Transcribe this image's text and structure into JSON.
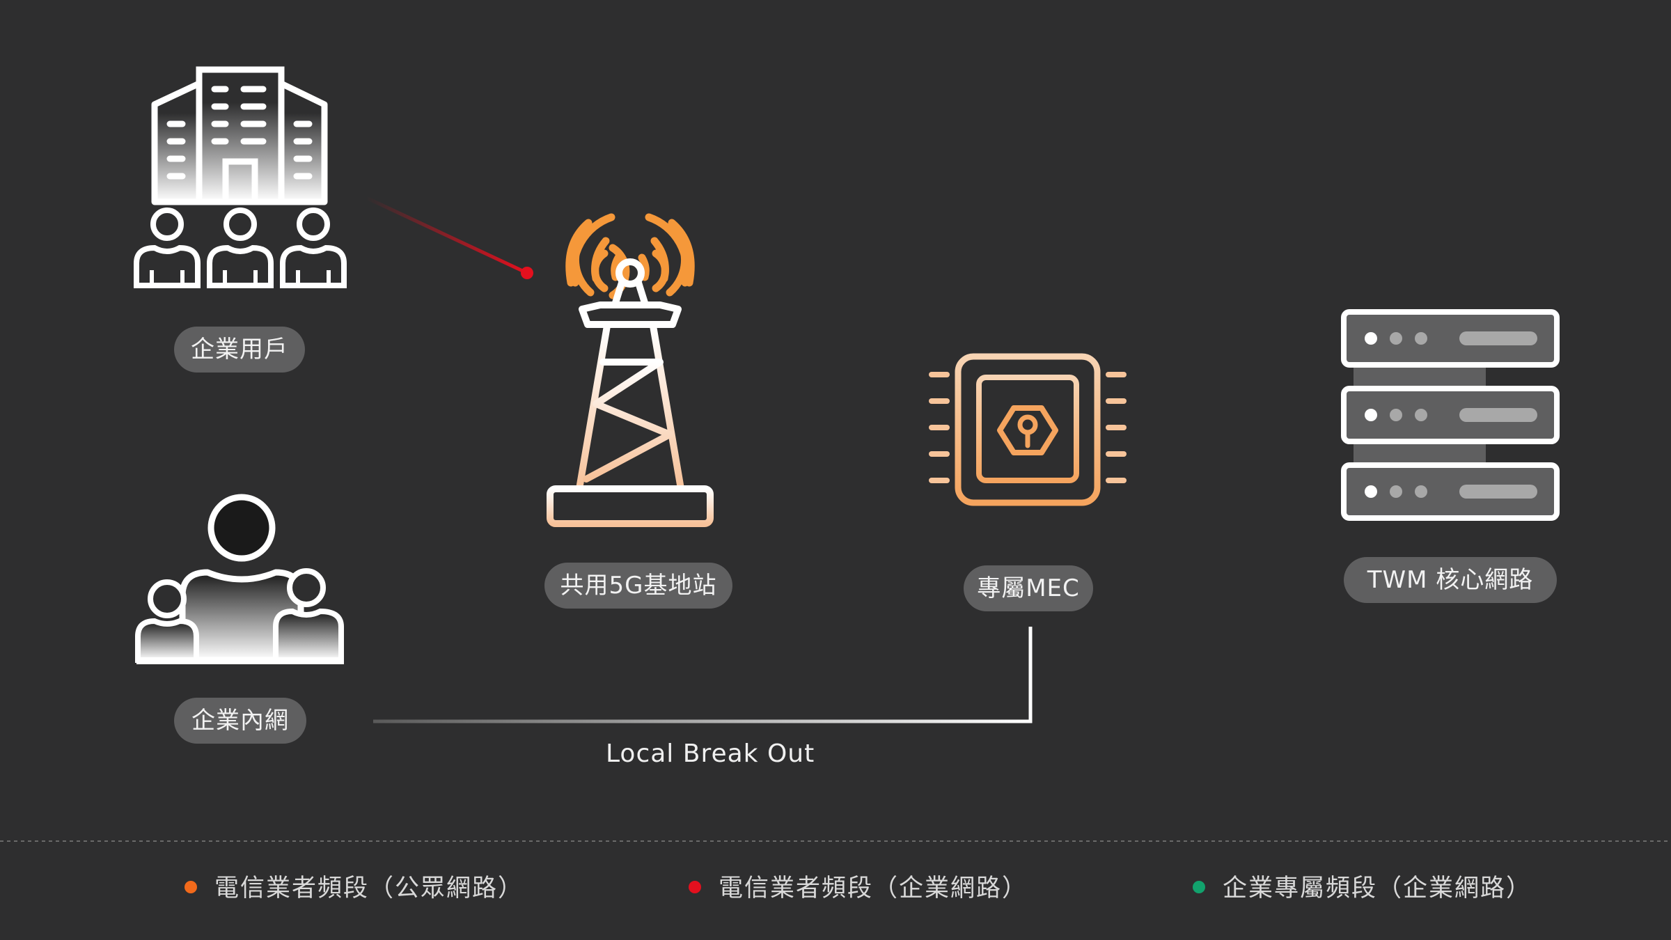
{
  "nodes": {
    "enterprise_users": "企業用戶",
    "enterprise_intranet": "企業內網",
    "shared_base_station": "共用5G基地站",
    "dedicated_mec": "專屬MEC",
    "core_network": "TWM 核心網路"
  },
  "connections": {
    "local_breakout": "Local Break Out"
  },
  "legend": [
    {
      "label": "電信業者頻段（公眾網路）",
      "color": "#f26a1b"
    },
    {
      "label": "電信業者頻段（企業網路）",
      "color": "#e3101e"
    },
    {
      "label": "企業專屬頻段（企業網路）",
      "color": "#12a26d"
    }
  ],
  "colors": {
    "background": "#2e2e2f",
    "accent_orange": "#f5983a",
    "accent_peach": "#f7c9a4",
    "icon_white": "#ffffff",
    "label_pill": "#5f5f60",
    "divider": "#6a6a6a"
  }
}
